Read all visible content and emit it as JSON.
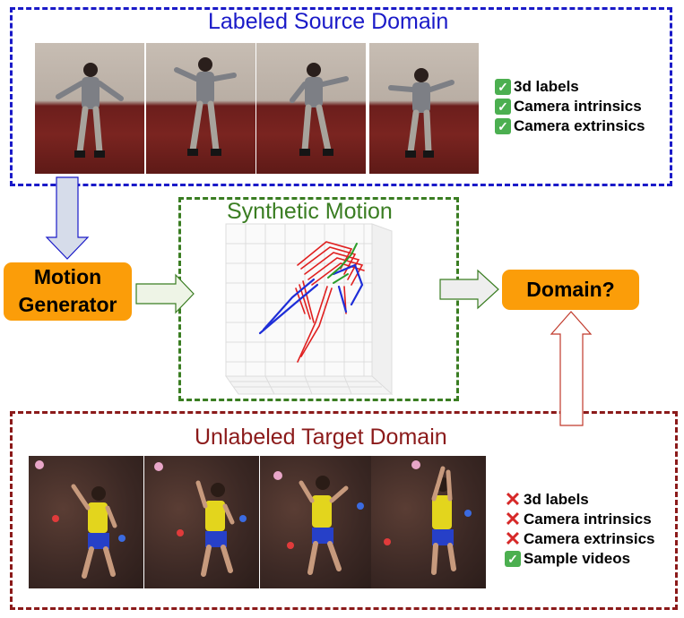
{
  "source_domain": {
    "title": "Labeled Source Domain",
    "checklist": [
      {
        "status": "check",
        "label": "3d labels"
      },
      {
        "status": "check",
        "label": "Camera intrinsics"
      },
      {
        "status": "check",
        "label": "Camera extrinsics"
      }
    ]
  },
  "target_domain": {
    "title": "Unlabeled Target Domain",
    "checklist": [
      {
        "status": "cross",
        "label": "3d labels"
      },
      {
        "status": "cross",
        "label": "Camera intrinsics"
      },
      {
        "status": "cross",
        "label": "Camera extrinsics"
      },
      {
        "status": "check",
        "label": "Sample videos"
      }
    ]
  },
  "synthetic_motion": {
    "title": "Synthetic Motion"
  },
  "motion_generator": {
    "line1": "Motion",
    "line2": "Generator"
  },
  "discriminator": {
    "label": "Domain?"
  },
  "colors": {
    "source": "#1a1ac8",
    "target": "#8b1a1a",
    "synthetic": "#3a7d22",
    "accent": "#fb9d09"
  }
}
